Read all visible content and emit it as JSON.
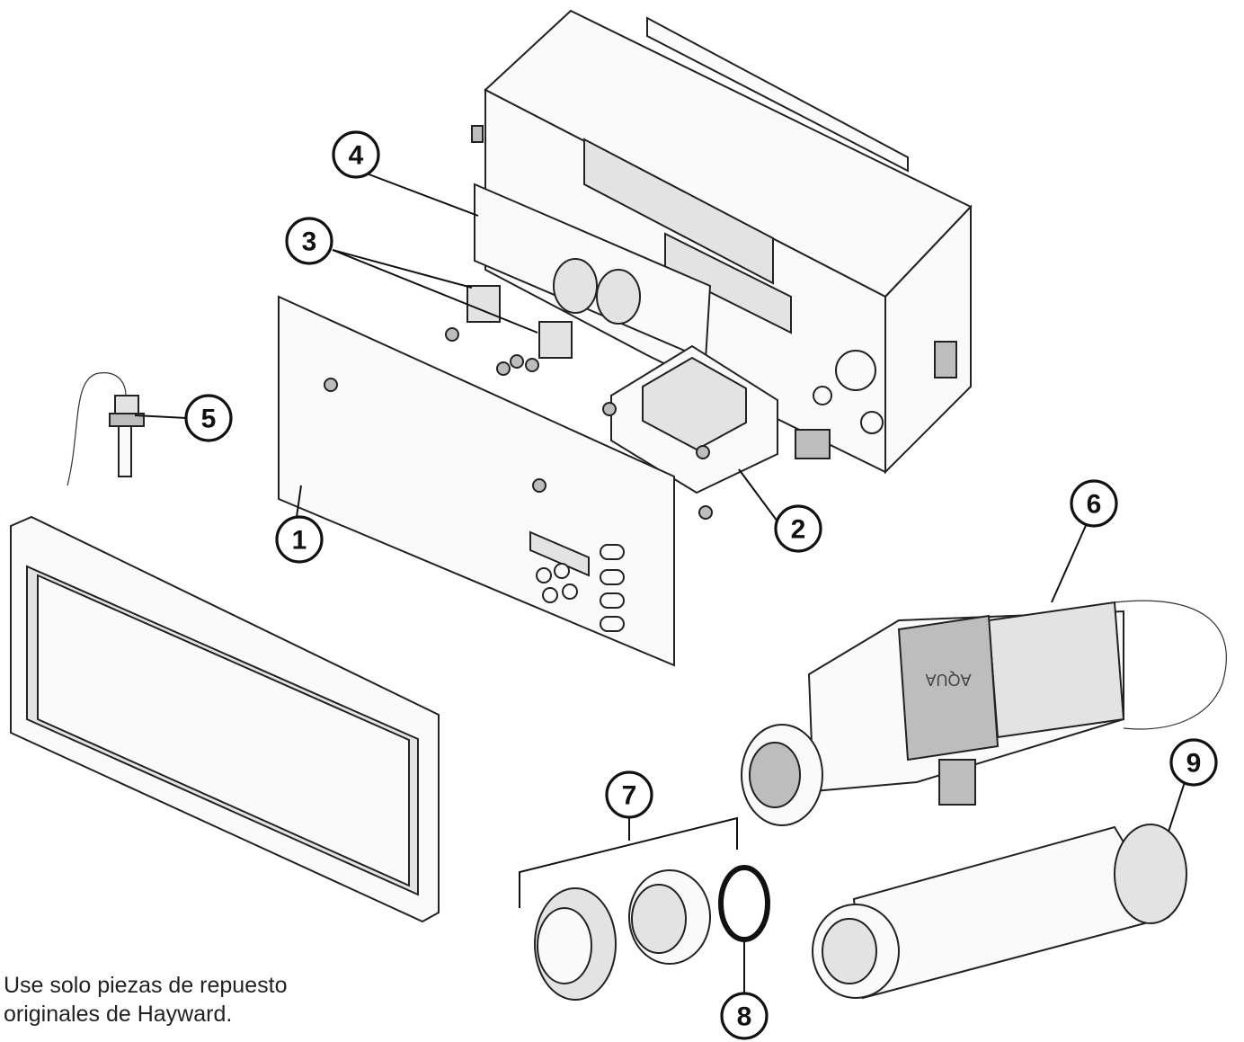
{
  "footnote": {
    "line1": "Use solo piezas de repuesto",
    "line2": "originales de Hayward."
  },
  "callouts": [
    {
      "id": "1",
      "label": "1"
    },
    {
      "id": "2",
      "label": "2"
    },
    {
      "id": "3",
      "label": "3"
    },
    {
      "id": "4",
      "label": "4"
    },
    {
      "id": "5",
      "label": "5"
    },
    {
      "id": "6",
      "label": "6"
    },
    {
      "id": "7",
      "label": "7"
    },
    {
      "id": "8",
      "label": "8"
    },
    {
      "id": "9",
      "label": "9"
    }
  ],
  "cell_band_text": "AQUA"
}
